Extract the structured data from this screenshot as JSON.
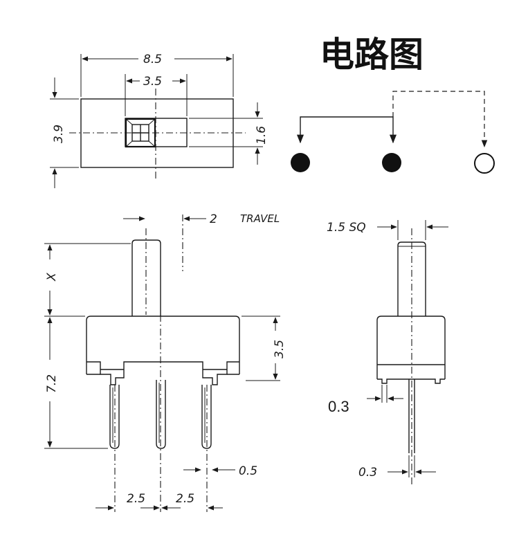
{
  "title": "电路图",
  "top_view": {
    "width": "8.5",
    "slot_width": "3.5",
    "height": "3.9",
    "slot_height": "1.6"
  },
  "front_view": {
    "travel_value": "2",
    "travel_label": "TRAVEL",
    "actuator_height": "X",
    "total_height": "7.2",
    "body_height": "3.5",
    "pitch_left": "2.5",
    "pitch_right": "2.5",
    "pin_width": "0.5"
  },
  "side_view": {
    "actuator_size": "1.5 SQ",
    "pin_offset": "0.3",
    "pin_thickness": "0.3"
  },
  "circuit": {
    "contacts": [
      "closed",
      "closed",
      "open"
    ]
  }
}
